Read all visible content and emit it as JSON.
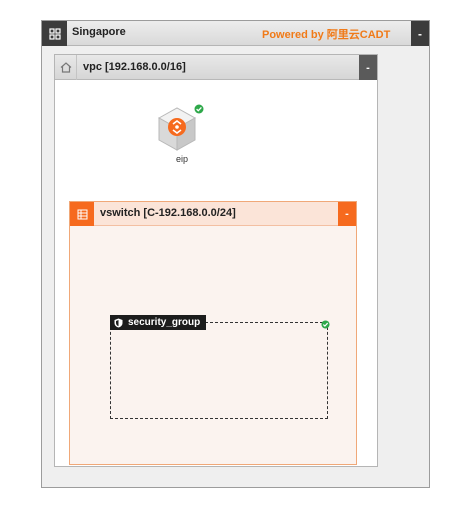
{
  "region": {
    "title": "Singapore",
    "powered_by": "Powered by 阿里云CADT",
    "collapse_label": "-",
    "icon": "grid-icon"
  },
  "vpc": {
    "title": "vpc [192.168.0.0/16]",
    "collapse_label": "-",
    "icon": "home-icon"
  },
  "eip": {
    "label": "eip",
    "icon": "eip-cube-icon",
    "status": "check-badge-icon"
  },
  "vswitch": {
    "title": "vswitch [C-192.168.0.0/24]",
    "collapse_label": "-",
    "icon": "switch-icon"
  },
  "security_group": {
    "title": "security_group",
    "icon": "shield-icon",
    "status": "check-badge-icon"
  },
  "colors": {
    "accent": "#f66a1e",
    "powered": "#f07a18",
    "status_ok": "#2ea84a",
    "dark_header": "#3c3c3c"
  }
}
